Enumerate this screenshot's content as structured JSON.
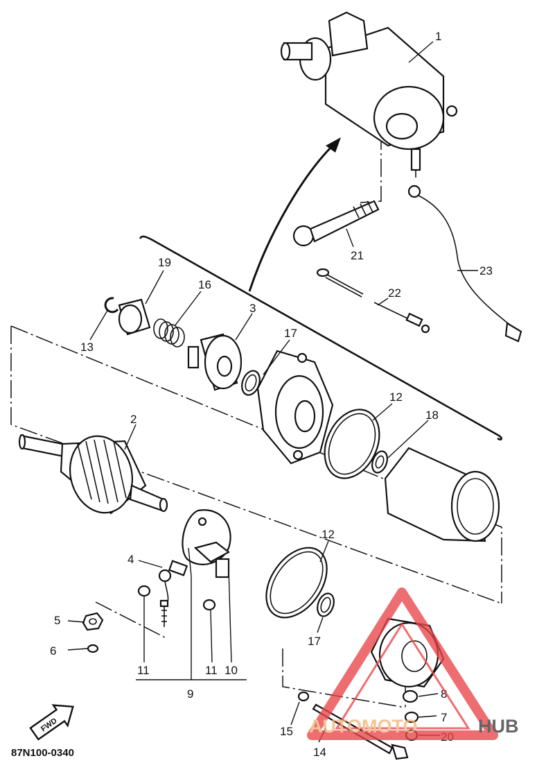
{
  "diagram": {
    "code": "87N100-0340",
    "fwd_label": "FWD",
    "watermark": {
      "prefix": "AUTOMOTO",
      "suffix": "HUB"
    },
    "callouts": [
      {
        "id": "c1",
        "label": "1"
      },
      {
        "id": "c2",
        "label": "2"
      },
      {
        "id": "c3",
        "label": "3"
      },
      {
        "id": "c4",
        "label": "4"
      },
      {
        "id": "c5",
        "label": "5"
      },
      {
        "id": "c6",
        "label": "6"
      },
      {
        "id": "c7",
        "label": "7"
      },
      {
        "id": "c8",
        "label": "8"
      },
      {
        "id": "c9",
        "label": "9"
      },
      {
        "id": "c10",
        "label": "10"
      },
      {
        "id": "c11a",
        "label": "11"
      },
      {
        "id": "c11b",
        "label": "11"
      },
      {
        "id": "c12a",
        "label": "12"
      },
      {
        "id": "c12b",
        "label": "12"
      },
      {
        "id": "c13",
        "label": "13"
      },
      {
        "id": "c14",
        "label": "14"
      },
      {
        "id": "c15",
        "label": "15"
      },
      {
        "id": "c16",
        "label": "16"
      },
      {
        "id": "c17a",
        "label": "17"
      },
      {
        "id": "c17b",
        "label": "17"
      },
      {
        "id": "c18",
        "label": "18"
      },
      {
        "id": "c19",
        "label": "19"
      },
      {
        "id": "c20",
        "label": "20"
      },
      {
        "id": "c21",
        "label": "21"
      },
      {
        "id": "c22",
        "label": "22"
      },
      {
        "id": "c23",
        "label": "23"
      }
    ],
    "colors": {
      "ink": "#111111",
      "watermark": "#e8454a",
      "watermark_light": "#f7c1a0"
    }
  }
}
